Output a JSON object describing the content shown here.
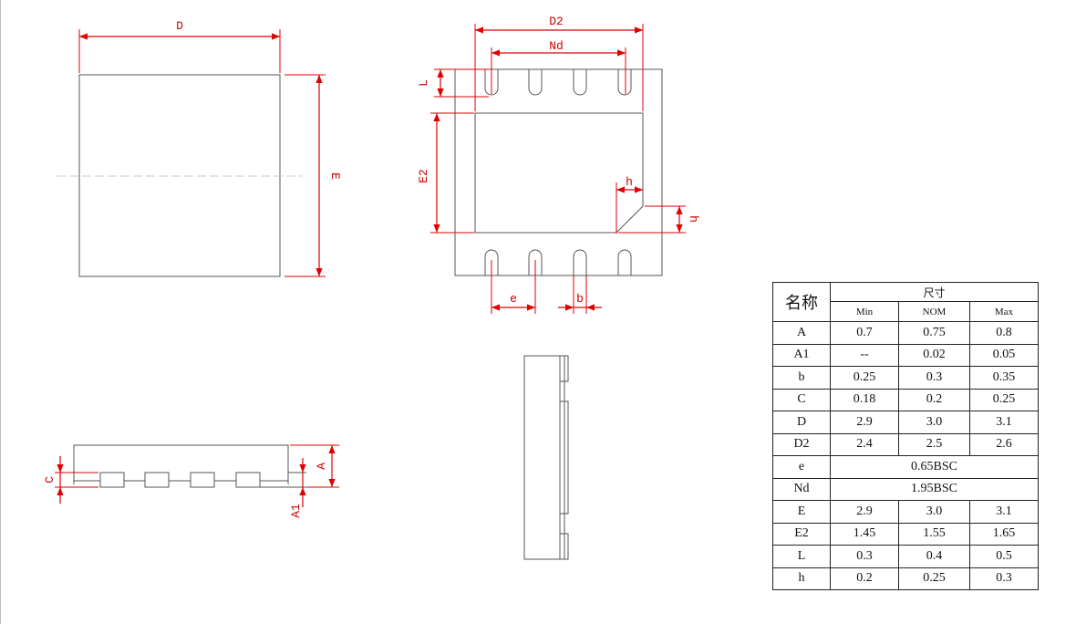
{
  "dimension_labels": {
    "D": "D",
    "E": "E",
    "D2": "D2",
    "Nd": "Nd",
    "L": "L",
    "E2": "E2",
    "h_horizontal": "h",
    "h_vertical": "h",
    "e": "e",
    "b": "b",
    "C": "C",
    "A": "A",
    "A1": "A1"
  },
  "colors": {
    "dimension": "#cc0000",
    "outline": "#555555"
  },
  "spec_table": {
    "name_header": "名称",
    "size_header": "尺寸",
    "col_headers": [
      "Min",
      "NOM",
      "Max"
    ],
    "rows": [
      {
        "name": "A",
        "min": "0.7",
        "nom": "0.75",
        "max": "0.8"
      },
      {
        "name": "A1",
        "min": "--",
        "nom": "0.02",
        "max": "0.05"
      },
      {
        "name": "b",
        "min": "0.25",
        "nom": "0.3",
        "max": "0.35"
      },
      {
        "name": "C",
        "min": "0.18",
        "nom": "0.2",
        "max": "0.25"
      },
      {
        "name": "D",
        "min": "2.9",
        "nom": "3.0",
        "max": "3.1"
      },
      {
        "name": "D2",
        "min": "2.4",
        "nom": "2.5",
        "max": "2.6"
      },
      {
        "name": "e",
        "merged": "0.65BSC"
      },
      {
        "name": "Nd",
        "merged": "1.95BSC"
      },
      {
        "name": "E",
        "min": "2.9",
        "nom": "3.0",
        "max": "3.1"
      },
      {
        "name": "E2",
        "min": "1.45",
        "nom": "1.55",
        "max": "1.65"
      },
      {
        "name": "L",
        "min": "0.3",
        "nom": "0.4",
        "max": "0.5"
      },
      {
        "name": "h",
        "min": "0.2",
        "nom": "0.25",
        "max": "0.3"
      }
    ]
  }
}
